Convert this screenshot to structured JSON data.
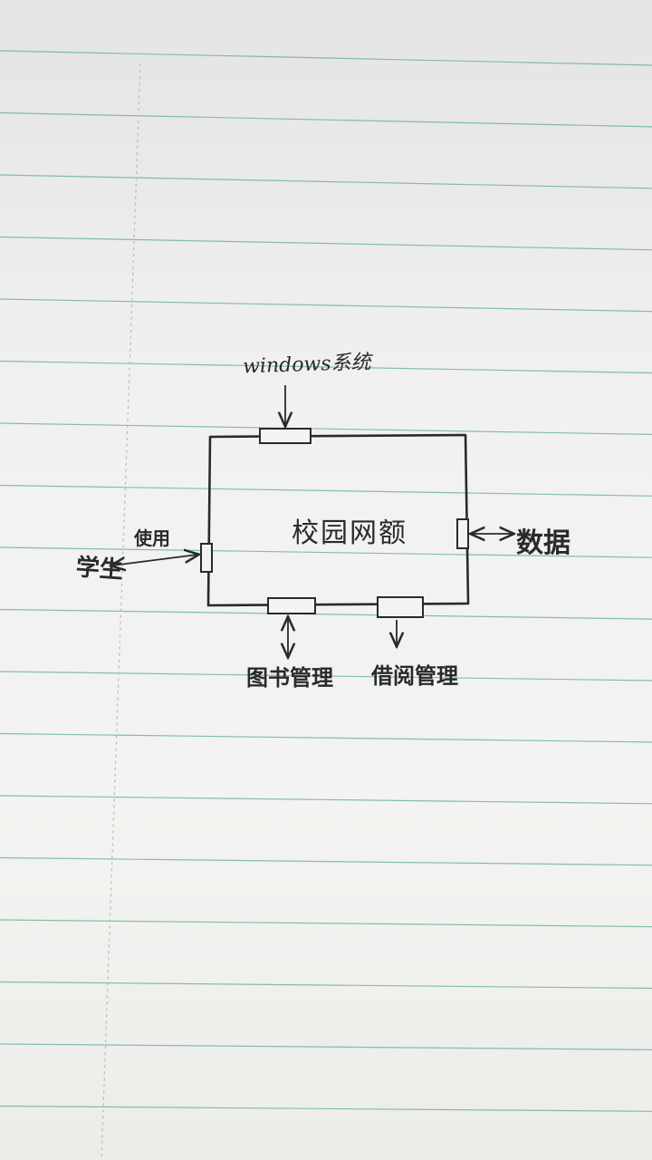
{
  "diagram": {
    "center_label": "校园网额",
    "top_node": "windows系统",
    "left_node": "学生",
    "left_edge_label": "使用",
    "right_node": "数据",
    "bottom_left_node": "图书管理",
    "bottom_right_node": "借阅管理"
  },
  "colors": {
    "ink": "#2a2a2a",
    "paper": "#f1f1ef",
    "ruled_line": "#6fb5a1",
    "margin_line": "#b9b9b9"
  }
}
